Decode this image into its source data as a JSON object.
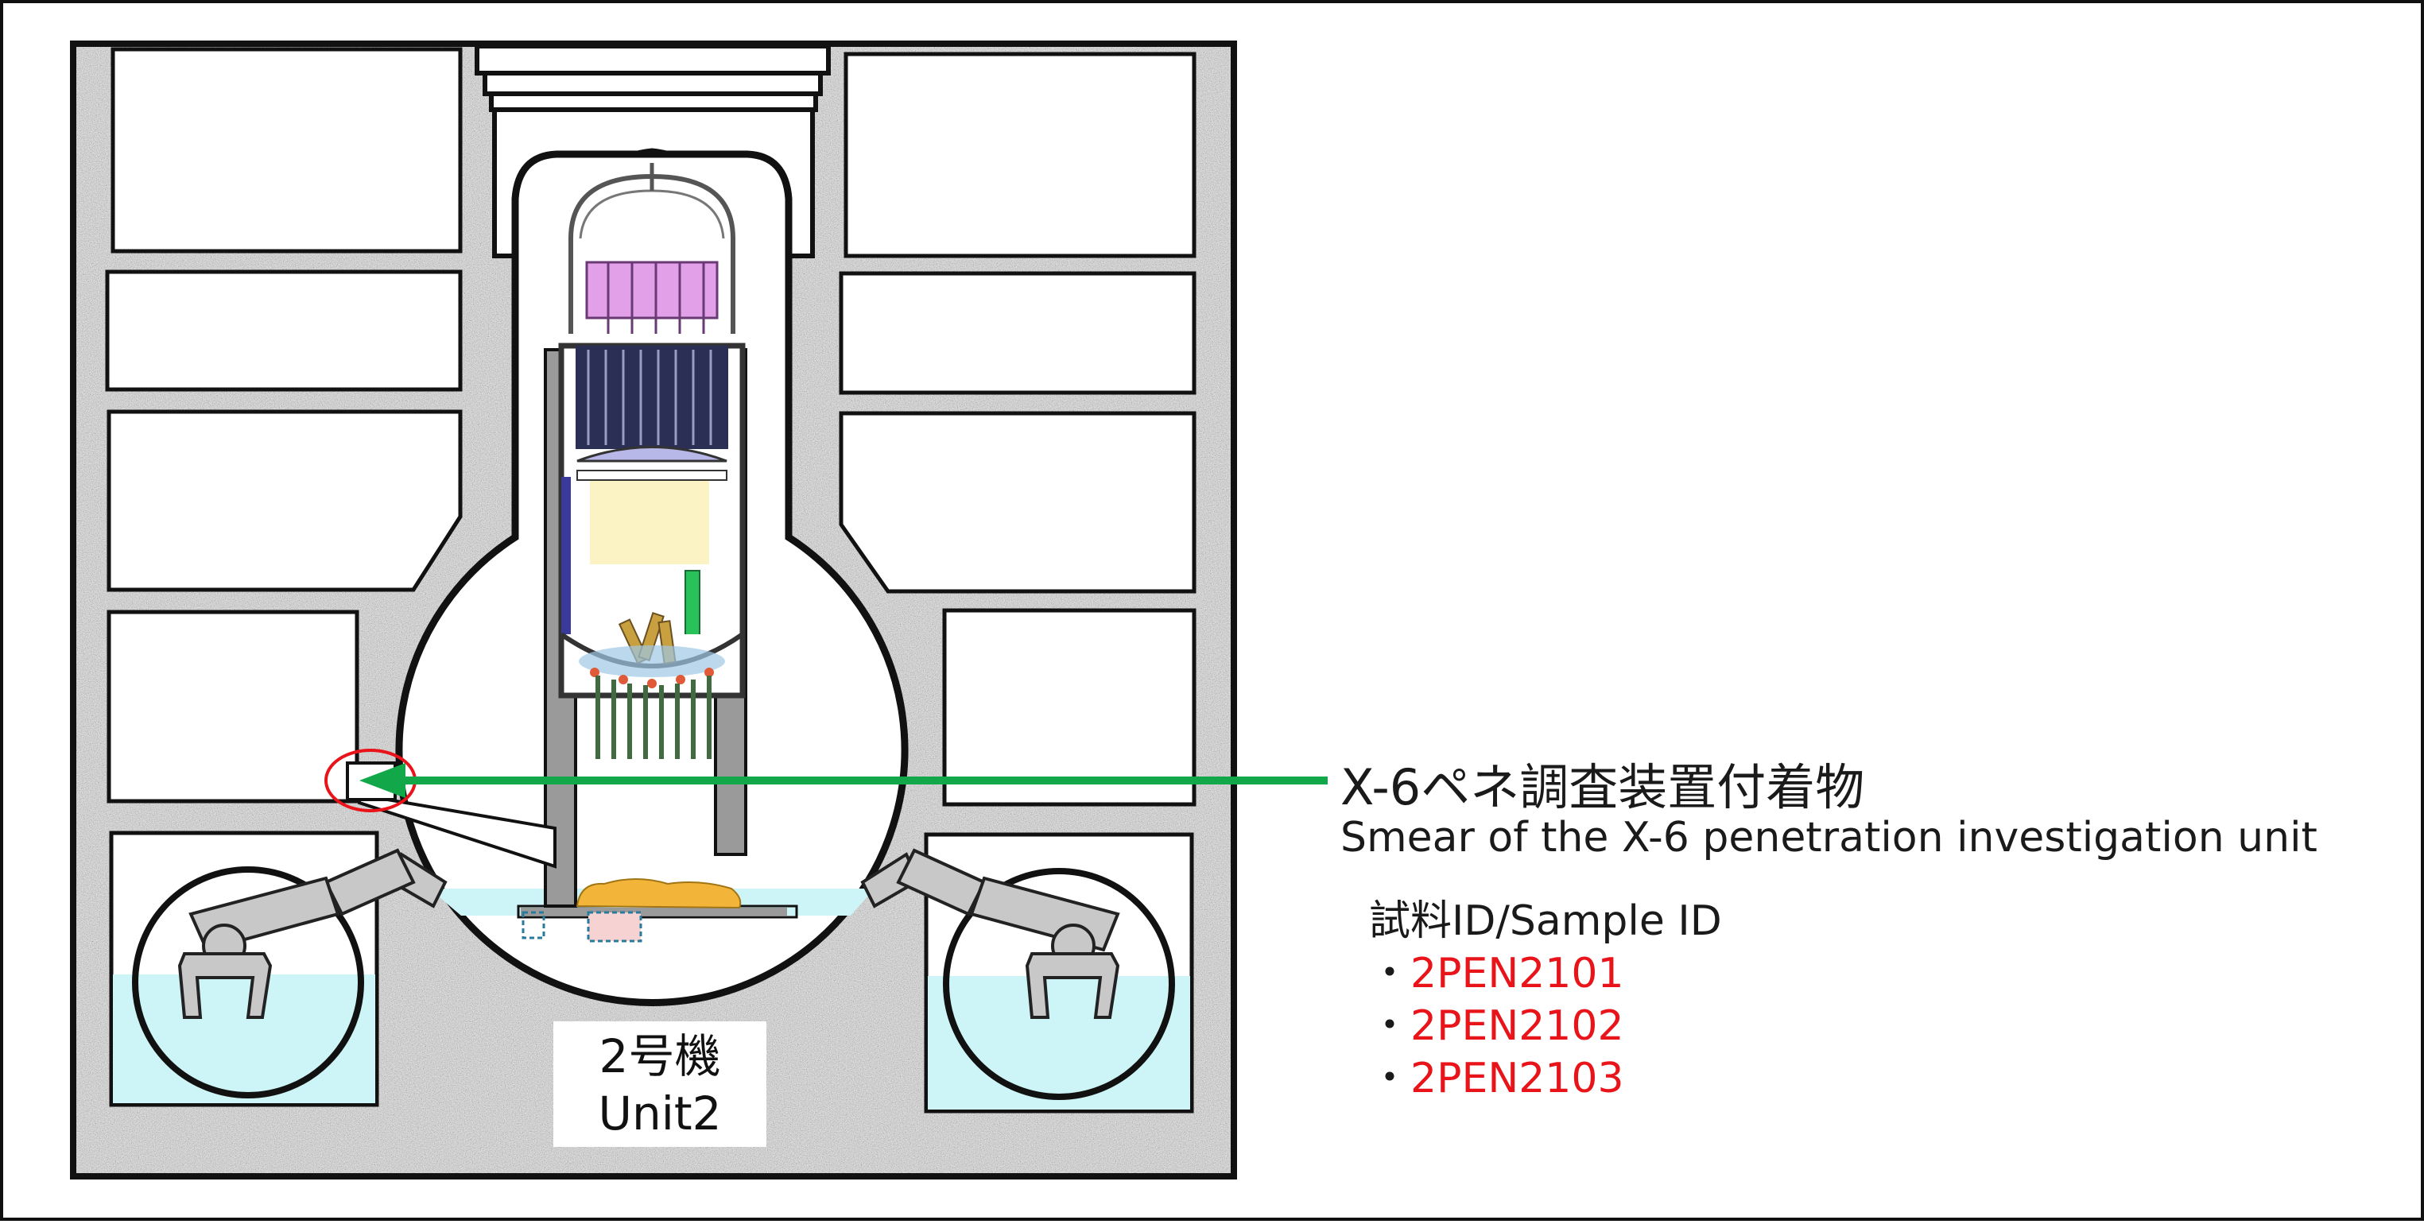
{
  "annotation": {
    "title_jp": "X-6ペネ調査装置付着物",
    "title_en": "Smear of the X-6 penetration investigation unit",
    "sample_heading": "試料ID/Sample ID",
    "bullet": "・",
    "samples": [
      "2PEN2101",
      "2PEN2102",
      "2PEN2103"
    ]
  },
  "unit_label": {
    "line1": "2号機",
    "line2": "Unit2"
  },
  "colors": {
    "arrow": "#12a84a",
    "highlight_ellipse": "#e8141a",
    "sample_id": "#e8141a",
    "concrete": "#9a9a9a",
    "water": "#cdf4f6",
    "debris": "#f2b53a",
    "core": "#fbf3c4",
    "steam_dryer": "#e2a0e8",
    "separator": "#2c2f55"
  },
  "icons": [
    "arrow-icon"
  ]
}
